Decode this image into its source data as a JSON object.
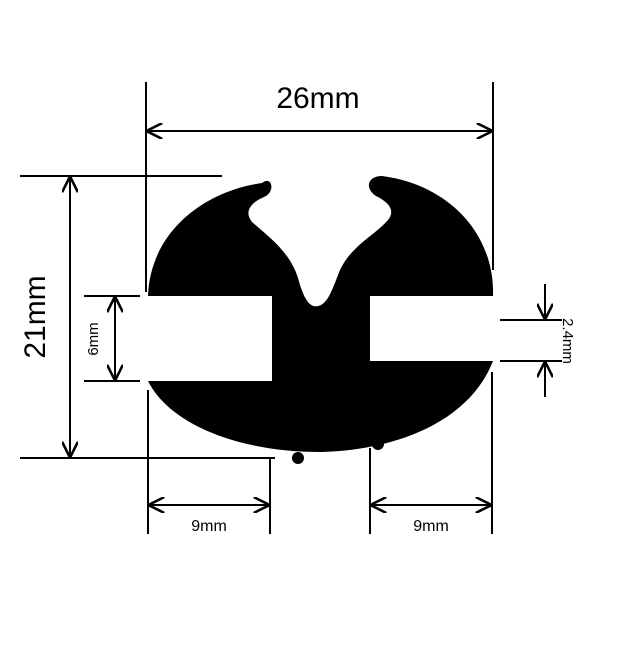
{
  "dimensions": {
    "width": "26mm",
    "height": "21mm",
    "channel_height": "6mm",
    "left_depth": "9mm",
    "right_depth": "9mm",
    "slot_thickness": "2.4mm"
  },
  "colors": {
    "profile": "#000000",
    "lines": "#000000",
    "background": "#ffffff"
  }
}
